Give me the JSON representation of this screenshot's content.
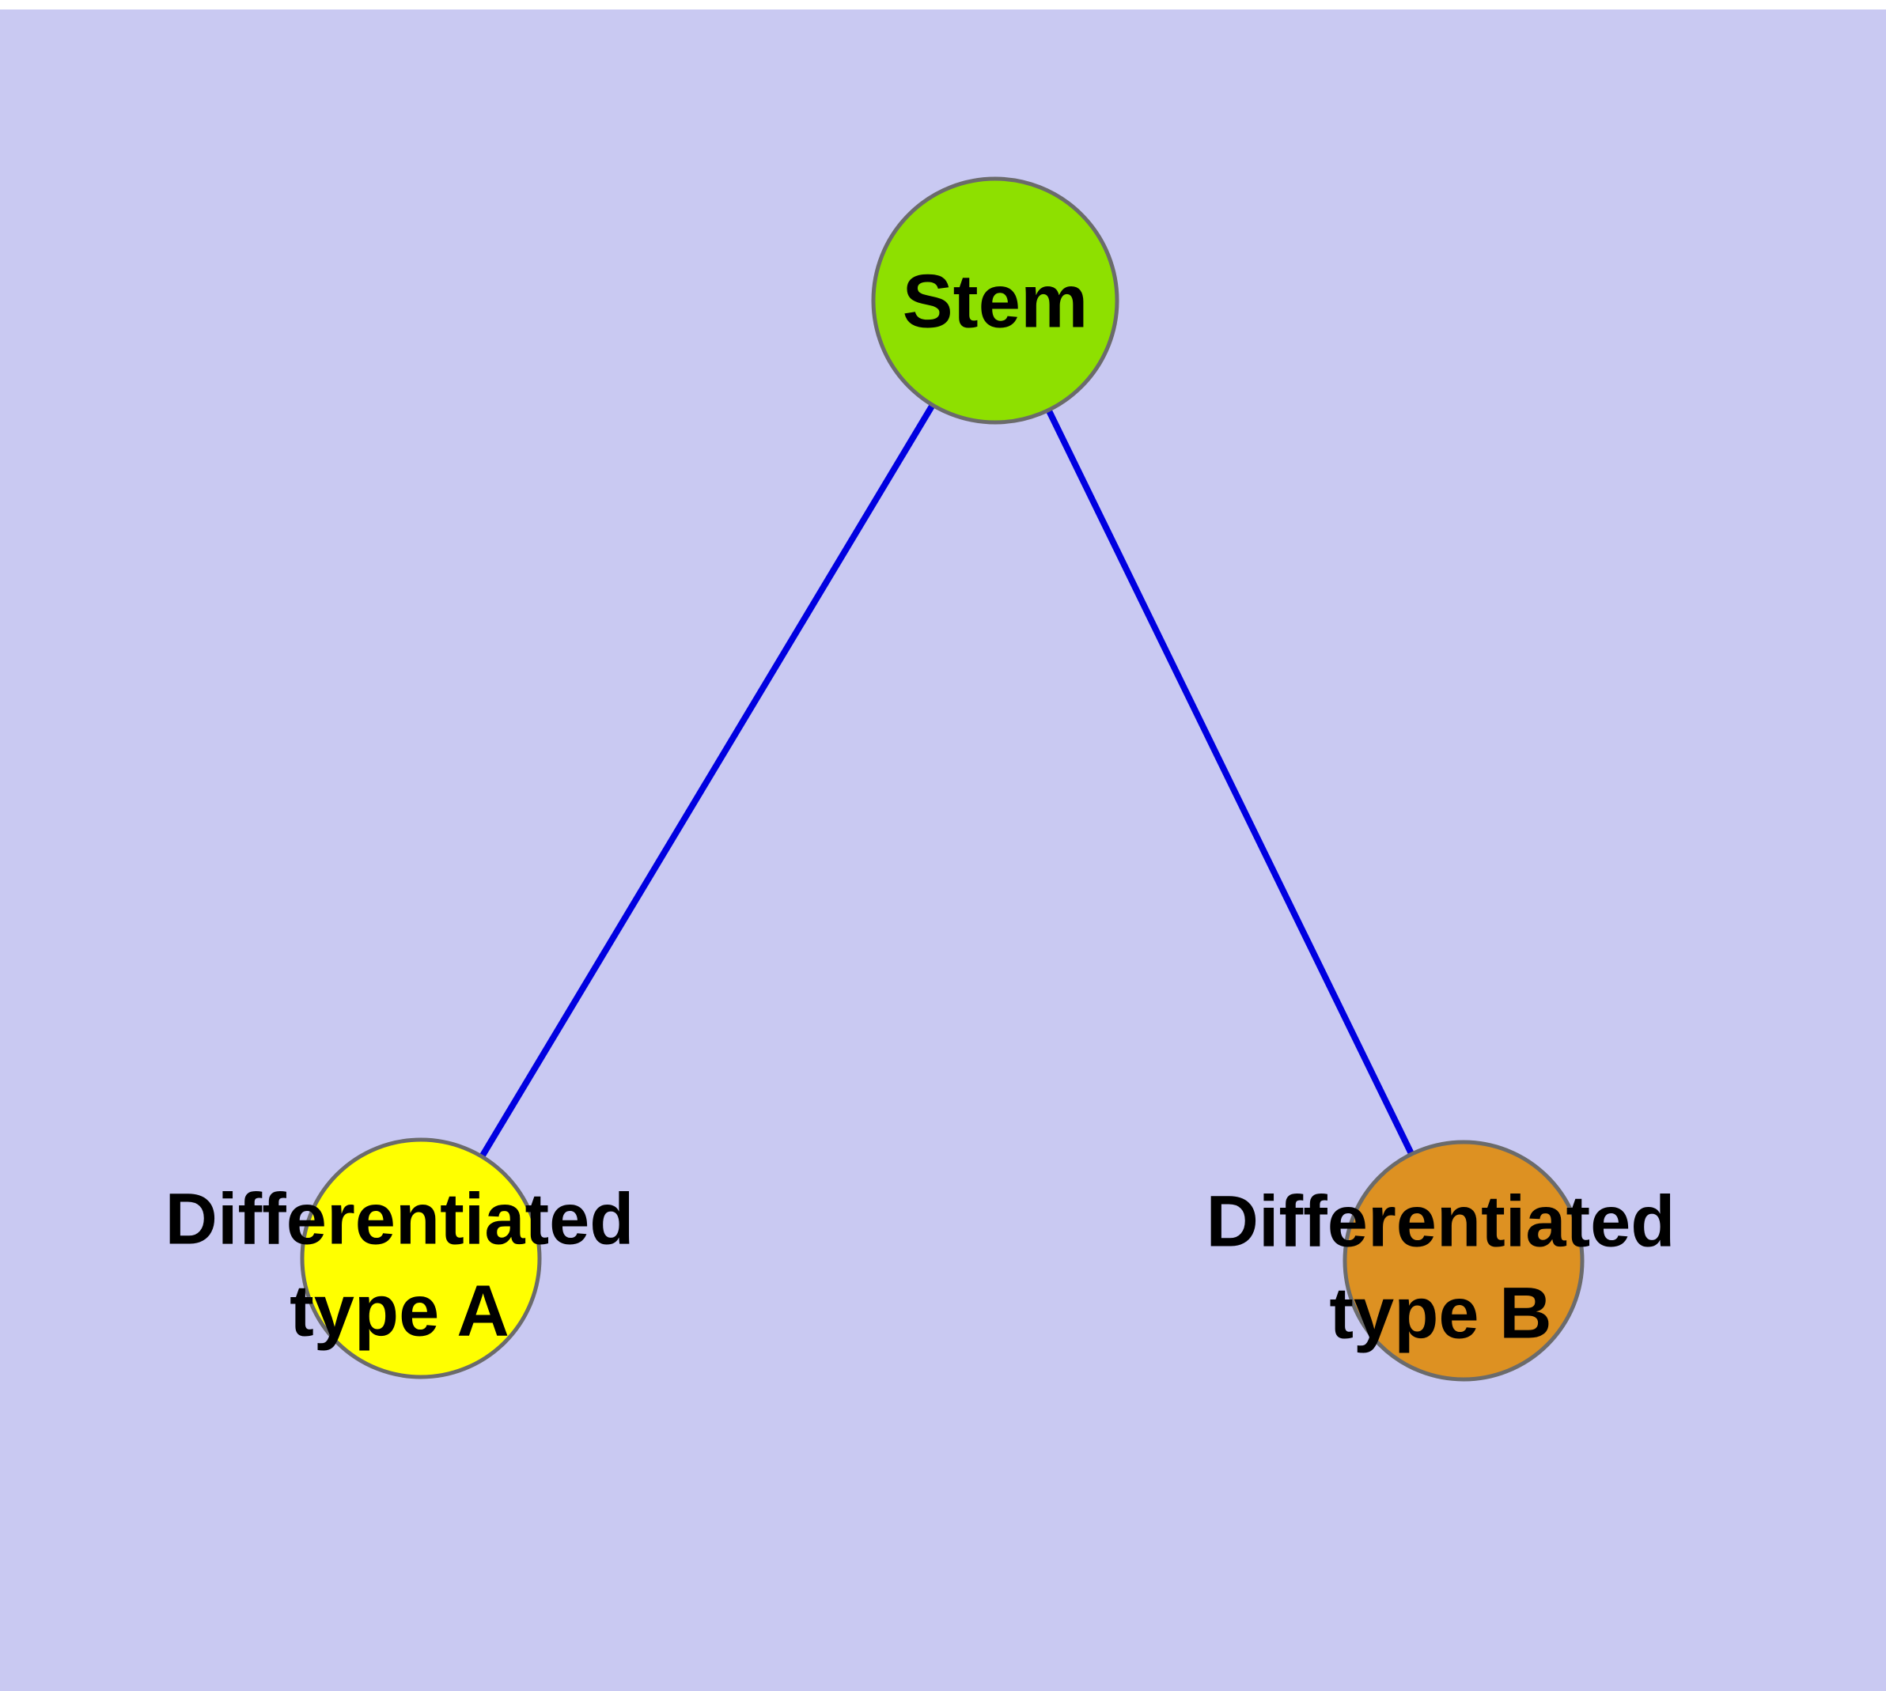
{
  "diagram": {
    "type": "node-link-graph",
    "background_color": "#c9c9f2",
    "top_strip_color": "#ffffff",
    "edge_color": "#0000e0",
    "nodes": {
      "stem": {
        "label": "Stem",
        "color": "#8ee000"
      },
      "diff_a": {
        "label_line1": "Differentiated",
        "label_line2": "type A",
        "color": "#ffff00"
      },
      "diff_b": {
        "label_line1": "Differentiated",
        "label_line2": "type B",
        "color": "#dd9122"
      }
    },
    "edges": [
      {
        "from": "Stem",
        "to": "Differentiated type A"
      },
      {
        "from": "Stem",
        "to": "Differentiated type B"
      }
    ]
  }
}
